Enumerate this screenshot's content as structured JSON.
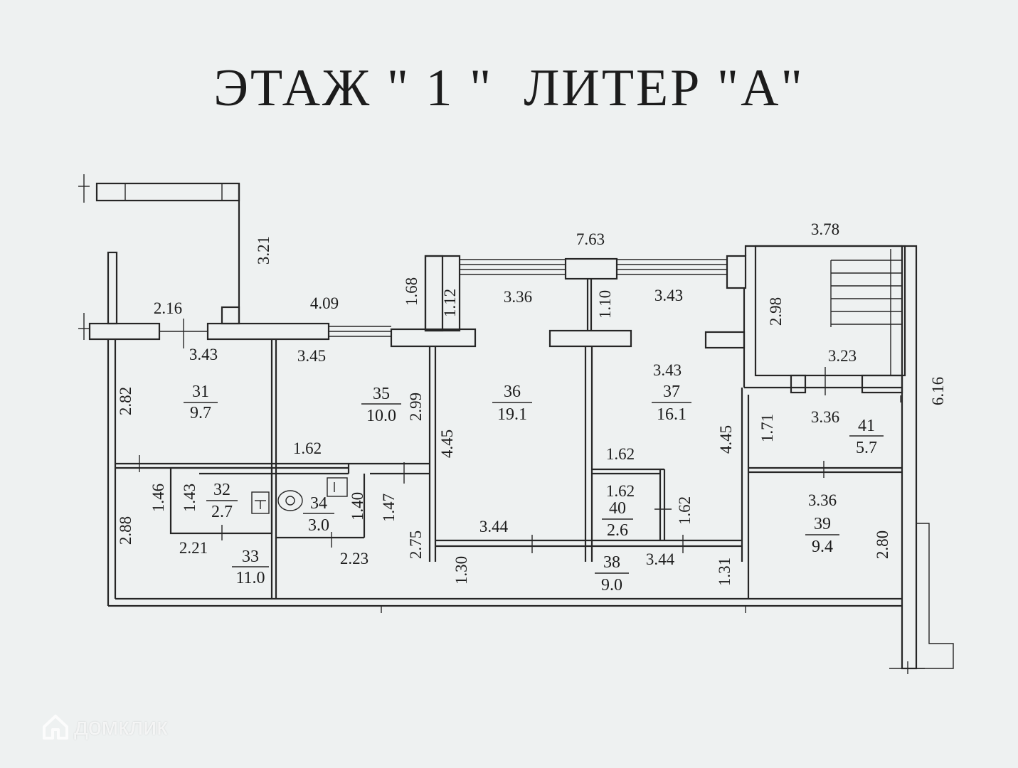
{
  "title": "ЭТАЖ \" 1 \"  ЛИТЕР \"А\"",
  "watermark": "домклик",
  "rooms": [
    {
      "number": "31",
      "area": "9.7"
    },
    {
      "number": "32",
      "area": "2.7"
    },
    {
      "number": "33",
      "area": "11.0"
    },
    {
      "number": "34",
      "area": "3.0"
    },
    {
      "number": "35",
      "area": "10.0"
    },
    {
      "number": "36",
      "area": "19.1"
    },
    {
      "number": "37",
      "area": "16.1"
    },
    {
      "number": "38",
      "area": "9.0"
    },
    {
      "number": "39",
      "area": "9.4"
    },
    {
      "number": "40",
      "area": "2.6"
    },
    {
      "number": "41",
      "area": "5.7"
    }
  ],
  "dimensions": {
    "d_3_21": "3.21",
    "d_2_16": "2.16",
    "d_4_09": "4.09",
    "d_3_43_a": "3.43",
    "d_3_45": "3.45",
    "d_2_82": "2.82",
    "d_2_88": "2.88",
    "d_1_46": "1.46",
    "d_1_43": "1.43",
    "d_1_62_a": "1.62",
    "d_1_40": "1.40",
    "d_1_47": "1.47",
    "d_2_21": "2.21",
    "d_2_23": "2.23",
    "d_2_99": "2.99",
    "d_2_75": "2.75",
    "d_1_68": "1.68",
    "d_1_12": "1.12",
    "d_7_63": "7.63",
    "d_3_36_a": "3.36",
    "d_1_10": "1.10",
    "d_3_43_b": "3.43",
    "d_4_45_a": "4.45",
    "d_3_44_a": "3.44",
    "d_1_30": "1.30",
    "d_1_62_b": "1.62",
    "d_1_62_c": "1.62",
    "d_1_62_d": "1.62",
    "d_3_44_b": "3.44",
    "d_3_43_c": "3.43",
    "d_4_45_b": "4.45",
    "d_1_31": "1.31",
    "d_3_78": "3.78",
    "d_2_98": "2.98",
    "d_3_23": "3.23",
    "d_6_16": "6.16",
    "d_1_71": "1.71",
    "d_3_36_b": "3.36",
    "d_3_36_c": "3.36",
    "d_2_80": "2.80"
  }
}
